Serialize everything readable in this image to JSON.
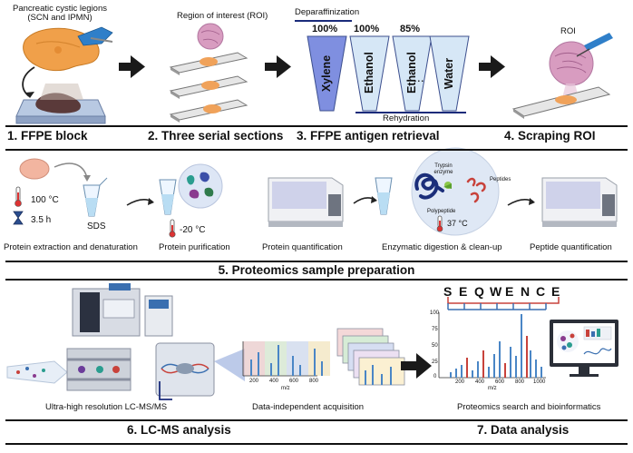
{
  "row1": {
    "step1": {
      "caption": "Pancreatic cystic legions\n(SCN and IPMN)",
      "title": "1. FFPE block"
    },
    "step2": {
      "caption": "Region of interest (ROI)",
      "title": "2. Three serial sections"
    },
    "step3": {
      "deparaffinization": "Deparaffinization",
      "percent_xylene": "100%",
      "percent_ethanol1": "100%",
      "percent_ethanol2": "85%",
      "tube_xylene": "Xylene",
      "tube_ethanol1": "Ethanol",
      "tube_ethanol2": "Ethanol",
      "dots": "...",
      "tube_water": "Water",
      "rehydration": "Rehydration",
      "title": "3. FFPE antigen retrieval"
    },
    "step4": {
      "roi": "ROI",
      "title": "4. Scraping ROI"
    }
  },
  "row2": {
    "temp_hot": "100 °C",
    "duration": "3.5 h",
    "sds": "SDS",
    "temp_cold": "-20 °C",
    "trypsin": "Trypsin\nenzyme",
    "peptides": "Peptides",
    "polypeptide": "Polypeptide",
    "temp_body": "37 °C",
    "label_extraction": "Protein extraction and denaturation",
    "label_purification": "Protein purification",
    "label_quantification": "Protein quantification",
    "label_digestion": "Enzymatic digestion & clean-up",
    "label_peptide": "Peptide quantification",
    "title": "5. Proteomics sample preparation"
  },
  "row3": {
    "label_lcms": "Ultra-high resolution LC-MS/MS",
    "label_dia": "Data-independent acquisition",
    "label_search": "Proteomics search and bioinformatics",
    "dia_ticks": [
      "200",
      "400",
      "600",
      "800"
    ],
    "dia_axis": "m/z",
    "sequence": [
      "S",
      "E",
      "Q",
      "W",
      "E",
      "N",
      "C",
      "E"
    ],
    "spec_yticks": [
      "100",
      "75",
      "50",
      "25",
      "0"
    ],
    "spec_xticks": [
      "200",
      "400",
      "600",
      "800",
      "1000"
    ],
    "spec_axis": "m/z",
    "title_lcms": "6. LC-MS analysis",
    "title_data": "7. Data analysis"
  },
  "colors": {
    "tube_blue": "#7f8fe0",
    "tube_light": "#d6e7f6",
    "tube_outline": "#3c4f8e",
    "arrow": "#1a1a1a",
    "tissue_pink": "#f2b5a0",
    "tissue_orange": "#f0a25a",
    "roi_pink": "#d89cc0",
    "spectrum_blue": "#4a86c6",
    "spectrum_red": "#c8423b",
    "glove_blue": "#2f7fc9"
  }
}
